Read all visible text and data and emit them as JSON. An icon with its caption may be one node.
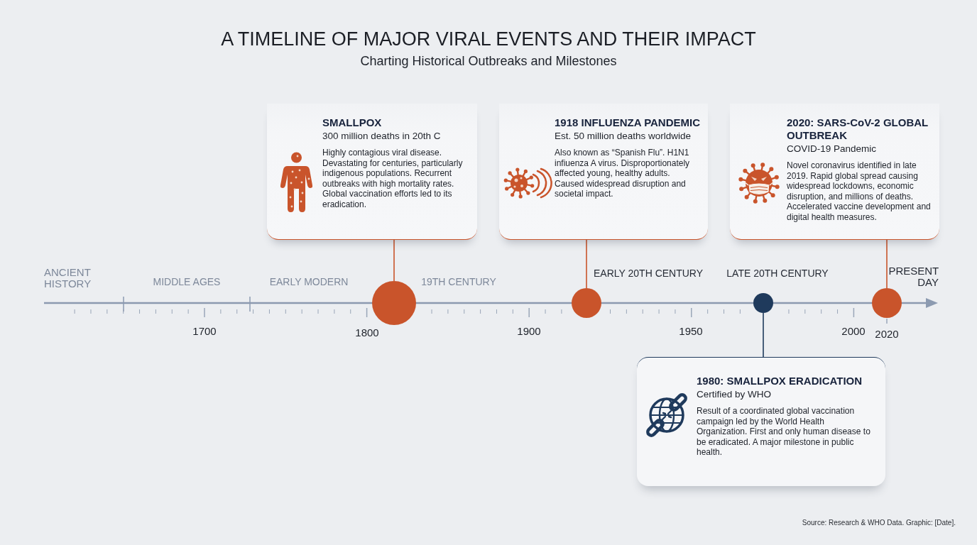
{
  "diagram": {
    "title": "A TIMELINE OF MAJOR VIRAL EVENTS AND THEIR IMPACT",
    "caption": "Source: Research & WHO Data. Graphic: [Date].",
    "nodes": [
      {
        "text": [
          "SMALLPOX",
          "300 million deaths in 20th C",
          "Highly contagious viral disease. Devastating for centuries, particularly indigenous populations. Recurrent outbreaks with high mortality rates. Global vaccination efforts led to its eradication."
        ]
      },
      {
        "text": [
          "1918 INFLUENZA PANDEMIC",
          "Est. 50 million deaths worldwide",
          "Also known as “Spanish Flu”. H1N1 infiuenza A virus. Disproportionately affected young, healthy adults. Caused widespread disruption and societal impact."
        ]
      },
      {
        "text": [
          "2020: SARS-CoV-2 GLOBAL OUTBREAK",
          "COVID-19 Pandemic",
          "Novel coronavirus identified in late 2019. Rapid global spread causing widespread lockdowns, economic disruption, and millions of deaths. Accelerated vaccine development and digital health measures."
        ]
      },
      {
        "text": [],
        "shape": "circle"
      },
      {
        "text": [],
        "shape": "circle"
      },
      {
        "text": [],
        "shape": "circle"
      },
      {
        "text": [],
        "shape": "circle"
      },
      {
        "text": [
          "1980: SMALLPOX ERADICATION",
          "Certified by WHO",
          "Result of a coordinated global vaccination campaign led by the World Health Organization. First and only human disease to be eradicated. A major milestone in public health."
        ]
      }
    ],
    "edges": [
      {
        "from": 0,
        "to": 3,
        "arrow": "none"
      },
      {
        "from": 1,
        "to": 4,
        "arrow": "none"
      },
      {
        "from": 2,
        "to": 6,
        "arrow": "none"
      },
      {
        "from": 5,
        "to": 7,
        "arrow": "none",
        "color": "#1f3a5c"
      }
    ],
    "labels": [
      "Charting Historical Outbreaks and Milestones",
      "ANCIENT HISTORY",
      "MIDDLE AGES",
      "EARLY MODERN",
      "19TH CENTURY",
      "EARLY 20TH CENTURY",
      "LATE 20TH CENTURY",
      "PRESENT DAY",
      "1700",
      "1800",
      "1900",
      "1950",
      "2000",
      "2020"
    ]
  }
}
